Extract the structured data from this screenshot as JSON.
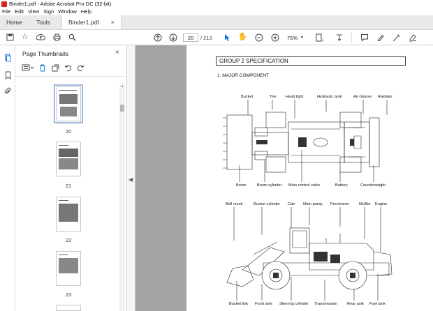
{
  "window": {
    "title": "Binder1.pdf - Adobe Acrobat Pro DC (32-bit)"
  },
  "menu": [
    "File",
    "Edit",
    "View",
    "Sign",
    "Window",
    "Help"
  ],
  "tabs": {
    "home": "Home",
    "tools": "Tools",
    "doc": "Binder1.pdf",
    "close": "×"
  },
  "toolbar": {
    "current_page": "20",
    "total_pages": "/ 213",
    "zoom": "75%"
  },
  "thumbnails": {
    "header": "Page Thumbnails",
    "close": "×",
    "pages": [
      "20",
      "21",
      "22",
      "23"
    ]
  },
  "document": {
    "section_title": "GROUP  2  SPECIFICATION",
    "subsection": "1. MAJOR COMPONENT",
    "top_labels": {
      "bucket": "Bucket",
      "tire": "Tire",
      "head_light": "Head light",
      "hydraulic_tank": "Hydraulic tank",
      "air_cleaner": "Air cleaner",
      "radiator": "Raidator"
    },
    "mid_labels": {
      "boom": "Boom",
      "boom_cylinder": "Boom cylinder",
      "main_control_valve": "Main control valve",
      "battery": "Battery",
      "counterweight": "Counterweight"
    },
    "side_labels": {
      "bell_crank": "Bell crank",
      "bucket_cylinder": "Bucket cylinder",
      "cab": "Cab",
      "main_pump": "Main pump",
      "precleaner": "Precleaner",
      "muffler": "Muffler",
      "engine": "Engine"
    },
    "bottom_labels": {
      "bucket_link": "Bucket link",
      "front_axle": "Front axle",
      "steering_cylinder": "Steering cylinder",
      "transmission": "Transmission",
      "rear_axle": "Rear axle",
      "fuel_tank": "Fuel tank"
    }
  }
}
